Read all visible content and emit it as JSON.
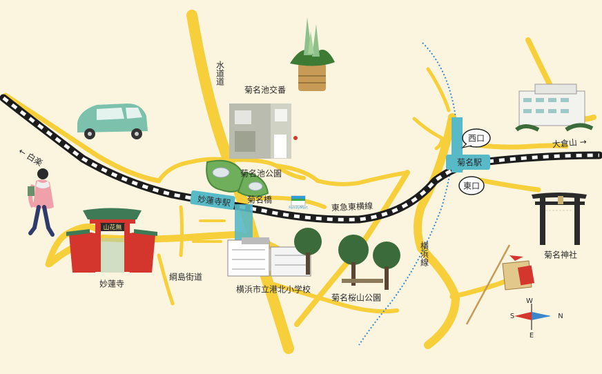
{
  "map": {
    "stations": {
      "myorenji_station": "妙蓮寺駅",
      "kikuna_station": "菊名駅",
      "west_exit": "西口",
      "east_exit": "東口"
    },
    "places": {
      "myorenji_temple": "妙蓮寺",
      "temple_gate_plaque": "山花無",
      "kikuna_pond_police_box": "菊名池交番",
      "kikuna_pond_park": "菊名池公園",
      "kikuna_bridge": "菊名橋",
      "minato_kita_school": "横浜市立港北小学校",
      "sakurayama_park": "菊名桜山公園",
      "kikuna_shrine": "菊名神社",
      "family_mart": "FamilyMart"
    },
    "roads": {
      "suidomichi": "水道道",
      "tsunashima_kaido": "綱島街道"
    },
    "railways": {
      "toyoko_line": "東急東横線",
      "yokohama_line": "横浜線"
    },
    "directions": {
      "hakuraku": "← 白楽",
      "okurayama": "大倉山 →"
    },
    "compass": {
      "north": "N",
      "south": "S",
      "east": "E",
      "west": "W"
    },
    "colors": {
      "background": "#fbf5e0",
      "road": "#f6cf3a",
      "road_edge": "#e9b928",
      "railway": "#1d1d1d",
      "yokohama_line": "#3a86c8",
      "station_box": "#58b9c7",
      "torii": "#2b2b2b",
      "temple_red": "#d4362d",
      "tree": "#3b6b3a"
    }
  }
}
